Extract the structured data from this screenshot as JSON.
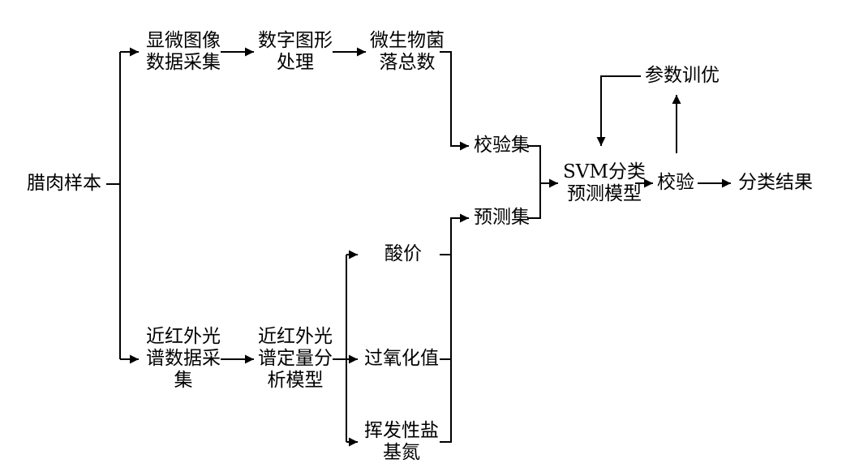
{
  "nodes": {
    "sample": {
      "lines": [
        "腊肉样本"
      ]
    },
    "micro_collect": {
      "lines": [
        "显微图像",
        "数据采集"
      ]
    },
    "digital_process": {
      "lines": [
        "数字图形",
        "处理"
      ]
    },
    "colony_count": {
      "lines": [
        "微生物菌",
        "落总数"
      ]
    },
    "calibration_set": {
      "lines": [
        "校验集"
      ]
    },
    "prediction_set": {
      "lines": [
        "预测集"
      ]
    },
    "svm_model": {
      "lines": [
        "SVM分类",
        "预测模型"
      ]
    },
    "param_opt": {
      "lines": [
        "参数训优"
      ]
    },
    "validate": {
      "lines": [
        "校验"
      ]
    },
    "result": {
      "lines": [
        "分类结果"
      ]
    },
    "nir_collect": {
      "lines": [
        "近红外光",
        "谱数据采",
        "集"
      ]
    },
    "nir_model": {
      "lines": [
        "近红外光",
        "谱定量分",
        "析模型"
      ]
    },
    "acid_value": {
      "lines": [
        "酸价"
      ]
    },
    "peroxide_value": {
      "lines": [
        "过氧化值"
      ]
    },
    "tvbn": {
      "lines": [
        "挥发性盐",
        "基氮"
      ]
    }
  }
}
